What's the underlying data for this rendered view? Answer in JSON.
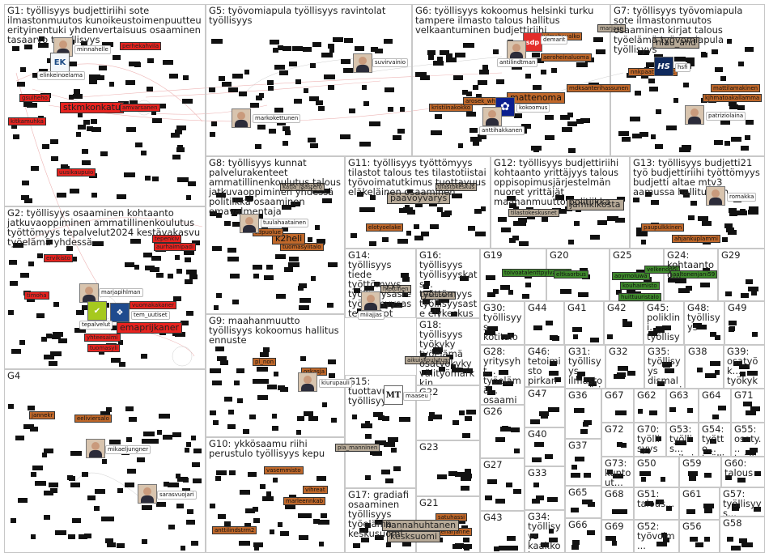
{
  "groups": [
    {
      "id": "G1",
      "label": "G1: työllisyys budjettiriihi sote ilmastonmuutos kunoikeustoimenpuutteu erityinentuki yhdenvertaisuus osaaminen tasaarvo tyoellisyys"
    },
    {
      "id": "G5",
      "label": "G5: työvomiapula työllisyys ravintolat työllisyys"
    },
    {
      "id": "G6",
      "label": "G6: työllisyys kokoomus helsinki turku tampere ilmasto talous hallitus velkaantuminen budjettiriihi"
    },
    {
      "id": "G7",
      "label": "G7: työllisyys työvomiapula sote ilmastonmuutos osaaminen kirjat talous työelämä työvomiapula työllisyys"
    },
    {
      "id": "G2",
      "label": "G2: työllisyys osaaminen kohtaanto jatkuvaoppiminen ammatillinenkoulutus työttömyys tepalvelut2024 kestävakasvu työelämä yhdessä"
    },
    {
      "id": "G8",
      "label": "G8: työllisyys kunnat palvelurakenteet ammatillinenkoulutus talous jatkuvaoppiminen yhdessä politiikka osaaminen omavalmentaja"
    },
    {
      "id": "G11",
      "label": "G11: työllisyys työttömyys tilastot talous tes tilastotiistai työvoimatutkimus tuottavuus eläkeläinen osaaminen"
    },
    {
      "id": "G12",
      "label": "G12: työllisyys budjettiriihi kohtaanto yrittäjyys talous oppisopimusjärjestelmän nuoret yrittäjät maahanmuutto politiikka"
    },
    {
      "id": "G13",
      "label": "G13: työllisyys budjetti21 työ budjettiriihi työttömyys budjetti altae mtv3 aamussa hallituksen"
    },
    {
      "id": "G19",
      "label": "G19"
    },
    {
      "id": "G20",
      "label": "G20"
    },
    {
      "id": "G25",
      "label": "G25"
    },
    {
      "id": "G24",
      "label": "G24: kohtaantoo..."
    },
    {
      "id": "G29",
      "label": "G29"
    },
    {
      "id": "G14",
      "label": "G14: työllisyys tiede työttömyys työllisyysaste työttömyysaste tilastot kasvu"
    },
    {
      "id": "G16",
      "label": "G16: työllisyys työllisyyskats... työttömyys työllisyysaste elykeskus"
    },
    {
      "id": "G30",
      "label": "G30: työllisyys kotitalou... budjettiri... akava..."
    },
    {
      "id": "G44",
      "label": "G44"
    },
    {
      "id": "G41",
      "label": "G41"
    },
    {
      "id": "G42",
      "label": "G42"
    },
    {
      "id": "G45",
      "label": "G45: poliklini... työllisyys etla..."
    },
    {
      "id": "G48",
      "label": "G48: työllisyys"
    },
    {
      "id": "G49",
      "label": "G49"
    },
    {
      "id": "G9",
      "label": "G9: maahanmuutto työllisyys kokoomus hallitus ennuste"
    },
    {
      "id": "G18",
      "label": "G18: työllisyys työkyky työelämä osatyökyky välityömarkkin..."
    },
    {
      "id": "G28",
      "label": "G28: yritysyht... työelämä... osaamin... työllisyys..."
    },
    {
      "id": "G46",
      "label": "G46: tetoimisto pirkanm..."
    },
    {
      "id": "G31",
      "label": "G31: työllisyys ilmasto ympäris..."
    },
    {
      "id": "G32",
      "label": "G32"
    },
    {
      "id": "G35",
      "label": "G35: työllisyys dismals... pmi"
    },
    {
      "id": "G38",
      "label": "G38"
    },
    {
      "id": "G39",
      "label": "G39: osatyök... työkyky toimintat..."
    },
    {
      "id": "G4",
      "label": "G4"
    },
    {
      "id": "G15",
      "label": "G15: tuottavuus työllisyys"
    },
    {
      "id": "G22",
      "label": "G22"
    },
    {
      "id": "G26",
      "label": "G26"
    },
    {
      "id": "G47",
      "label": "G47"
    },
    {
      "id": "G36",
      "label": "G36"
    },
    {
      "id": "G67",
      "label": "G67"
    },
    {
      "id": "G62",
      "label": "G62"
    },
    {
      "id": "G63",
      "label": "G63"
    },
    {
      "id": "G64",
      "label": "G64"
    },
    {
      "id": "G71",
      "label": "G71"
    },
    {
      "id": "G40",
      "label": "G40"
    },
    {
      "id": "G72",
      "label": "G72"
    },
    {
      "id": "G70",
      "label": "G70: työllisyys uraohj..."
    },
    {
      "id": "G53",
      "label": "G53: työllis... miksi..."
    },
    {
      "id": "G54",
      "label": "G54: työtto... työllis..."
    },
    {
      "id": "G55",
      "label": "G55: osaty... työllis..."
    },
    {
      "id": "G10",
      "label": "G10: ykkösaamu riihi perustulo työllisyys kepu"
    },
    {
      "id": "G23",
      "label": "G23"
    },
    {
      "id": "G27",
      "label": "G27"
    },
    {
      "id": "G37",
      "label": "G37"
    },
    {
      "id": "G73",
      "label": "G73: kuntout... kuntout..."
    },
    {
      "id": "G50",
      "label": "G50"
    },
    {
      "id": "G59",
      "label": "G59"
    },
    {
      "id": "G60",
      "label": "G60: talous"
    },
    {
      "id": "G33",
      "label": "G33"
    },
    {
      "id": "G65",
      "label": "G65"
    },
    {
      "id": "G68",
      "label": "G68"
    },
    {
      "id": "G51",
      "label": "G51: talous..."
    },
    {
      "id": "G61",
      "label": "G61"
    },
    {
      "id": "G57",
      "label": "G57: työllisyys..."
    },
    {
      "id": "G17",
      "label": "G17: gradiafi osaaminen työllisyys työelämä keskusuomi"
    },
    {
      "id": "G21",
      "label": "G21"
    },
    {
      "id": "G43",
      "label": "G43"
    },
    {
      "id": "G34",
      "label": "G34: työllisyys kaakkois..."
    },
    {
      "id": "G66",
      "label": "G66"
    },
    {
      "id": "G69",
      "label": "G69"
    },
    {
      "id": "G52",
      "label": "G52: työvoim..."
    },
    {
      "id": "G56",
      "label": "G56"
    },
    {
      "id": "G58",
      "label": "G58"
    }
  ],
  "accounts": [
    {
      "name": "minnahelle"
    },
    {
      "name": "elinkeinoelama"
    },
    {
      "name": "markokettunen"
    },
    {
      "name": "suvirvainio"
    },
    {
      "name": "demarit"
    },
    {
      "name": "antilindtman"
    },
    {
      "name": "kokoomus"
    },
    {
      "name": "anttihakkanen"
    },
    {
      "name": "hsfi"
    },
    {
      "name": "patriziolaina"
    },
    {
      "name": "romakka"
    },
    {
      "name": "tuulahaatainen"
    },
    {
      "name": "marjapihlman"
    },
    {
      "name": "tem_uutiset"
    },
    {
      "name": "tepalvelut"
    },
    {
      "name": "miiajjas"
    },
    {
      "name": "kiurupauli"
    },
    {
      "name": "maaseu"
    },
    {
      "name": "mikaeljungner"
    },
    {
      "name": "sarasvuojari"
    }
  ],
  "tags": [
    {
      "text": "stkmkonkatu"
    },
    {
      "text": "amvarsanen"
    },
    {
      "text": "gsuiheho"
    },
    {
      "text": "perhekahvila"
    },
    {
      "text": "kitkamuhka"
    },
    {
      "text": "uusikaupuio"
    },
    {
      "text": "tepenkiv"
    },
    {
      "text": "ervikisto"
    },
    {
      "text": "tuomasyli"
    },
    {
      "text": "timoha"
    },
    {
      "text": "emaprijkaner"
    },
    {
      "text": "aurhaimipadi"
    },
    {
      "text": "yhteesaimi"
    },
    {
      "text": "vuomakakaner"
    },
    {
      "text": "paulmahavalko"
    },
    {
      "text": "aeroheinaluoma"
    },
    {
      "text": "kristiinakokko"
    },
    {
      "text": "mattenoma"
    },
    {
      "text": "arosek_white"
    },
    {
      "text": "mdksanterihassunen"
    },
    {
      "text": "marjaan"
    },
    {
      "text": "nlau_and"
    },
    {
      "text": "nnkpaattolaseit"
    },
    {
      "text": "mattilamakinen"
    },
    {
      "text": "kjhmatoakallamma"
    },
    {
      "text": "tuomasylitalo"
    },
    {
      "text": "k2heli"
    },
    {
      "text": "katja_laastero"
    },
    {
      "text": "sdpuolue"
    },
    {
      "text": "elotyoelake"
    },
    {
      "text": "paavoyvarys"
    },
    {
      "text": "tilastokeskus"
    },
    {
      "text": "tilastokeskusnet"
    },
    {
      "text": "paupulkkinen"
    },
    {
      "text": "ahjankuplammi"
    },
    {
      "text": "jamikikosta"
    },
    {
      "text": "toivoatalenttpylvaspeli"
    },
    {
      "text": "eltkaorbus"
    },
    {
      "text": "aoyrnoluwa"
    },
    {
      "text": "velkenoppi"
    },
    {
      "text": "aaltonenjani59"
    },
    {
      "text": "kouhaimisto"
    },
    {
      "text": "huittuuristalo"
    },
    {
      "text": "rkettinen"
    },
    {
      "text": "mattinarin"
    },
    {
      "text": "pl_non"
    },
    {
      "text": "aikuiskoulutus"
    },
    {
      "text": "oskasja"
    },
    {
      "text": "pia_manninen"
    },
    {
      "text": "jannekr"
    },
    {
      "text": "eeliviersalo"
    },
    {
      "text": "vasemmisto"
    },
    {
      "text": "marleennkab"
    },
    {
      "text": "vihreat"
    },
    {
      "text": "anttilindstrm2"
    },
    {
      "text": "satuhassi"
    },
    {
      "text": "ettieharjanne"
    },
    {
      "text": "hannahuhtanen"
    },
    {
      "text": "kesksuomi"
    }
  ]
}
